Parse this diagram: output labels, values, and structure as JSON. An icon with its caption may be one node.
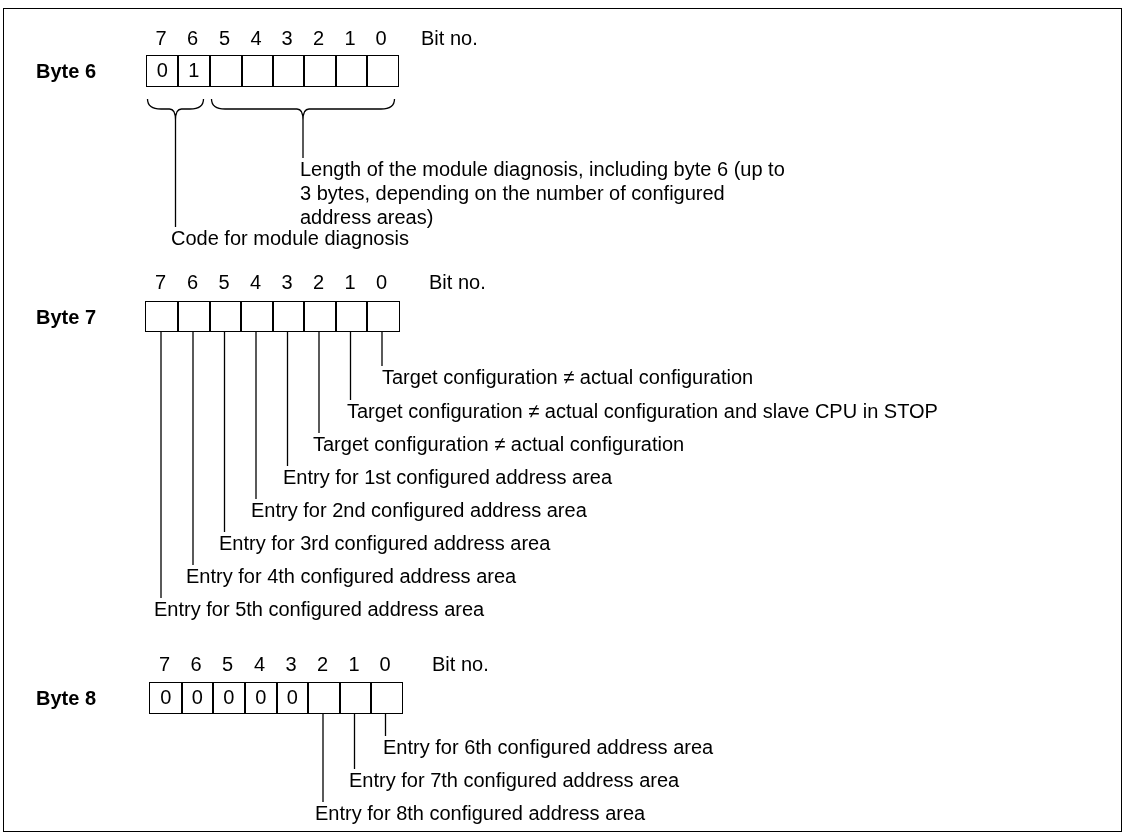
{
  "diagram": {
    "nodes": [
      {
        "text": [
          "0"
        ]
      },
      {
        "text": [
          "1"
        ]
      },
      {
        "text": [],
        "shape": "box"
      },
      {
        "text": [],
        "shape": "box"
      },
      {
        "text": [],
        "shape": "box"
      },
      {
        "text": [],
        "shape": "box"
      },
      {
        "text": [],
        "shape": "box"
      },
      {
        "text": [],
        "shape": "box"
      },
      {
        "text": [],
        "shape": "brace"
      },
      {
        "text": [],
        "shape": "brace"
      },
      {
        "text": [
          "Length of the module diagnosis, including byte 6 (up to 3 bytes, depending on the number of configured address areas)"
        ]
      },
      {
        "text": [
          "Code for module diagnosis"
        ]
      },
      {
        "text": [],
        "shape": "box"
      },
      {
        "text": [],
        "shape": "box"
      },
      {
        "text": [],
        "shape": "box"
      },
      {
        "text": [],
        "shape": "box"
      },
      {
        "text": [],
        "shape": "box"
      },
      {
        "text": [],
        "shape": "box"
      },
      {
        "text": [],
        "shape": "box"
      },
      {
        "text": [],
        "shape": "box"
      },
      {
        "text": [
          "Target configuration ≠ actual configuration"
        ]
      },
      {
        "text": [
          "Target configuration ≠ actual configuration and slave CPU in STOP"
        ]
      },
      {
        "text": [
          "Target configuration ≠ actual configuration"
        ]
      },
      {
        "text": [
          "Entry for 1st configured address area"
        ]
      },
      {
        "text": [
          "Entry for 2nd configured address area"
        ]
      },
      {
        "text": [
          "Entry for 3rd configured address area"
        ]
      },
      {
        "text": [
          "Entry for 4th configured address area"
        ]
      },
      {
        "text": [
          "Entry for 5th configured address area"
        ]
      },
      {
        "text": [
          "0"
        ]
      },
      {
        "text": [
          "0"
        ]
      },
      {
        "text": [
          "0"
        ]
      },
      {
        "text": [
          "0"
        ]
      },
      {
        "text": [
          "0"
        ]
      },
      {
        "text": [],
        "shape": "box"
      },
      {
        "text": [],
        "shape": "box"
      },
      {
        "text": [],
        "shape": "box"
      },
      {
        "text": [
          "Entry for 6th configured address area"
        ]
      },
      {
        "text": [
          "Entry for 7th configured address area"
        ]
      },
      {
        "text": [
          "Entry for 8th configured address area"
        ]
      }
    ],
    "edges": [
      {
        "from": 10,
        "to": 9,
        "arrow": "none"
      },
      {
        "from": 11,
        "to": 8,
        "arrow": "none"
      },
      {
        "from": 20,
        "to": 19,
        "arrow": "none"
      },
      {
        "from": 21,
        "to": 18,
        "arrow": "none"
      },
      {
        "from": 22,
        "to": 17,
        "arrow": "none"
      },
      {
        "from": 23,
        "to": 16,
        "arrow": "none"
      },
      {
        "from": 24,
        "to": 15,
        "arrow": "none"
      },
      {
        "from": 25,
        "to": 14,
        "arrow": "none"
      },
      {
        "from": 26,
        "to": 13,
        "arrow": "none"
      },
      {
        "from": 27,
        "to": 12,
        "arrow": "none"
      },
      {
        "from": 36,
        "to": 35,
        "arrow": "none"
      },
      {
        "from": 37,
        "to": 34,
        "arrow": "none"
      },
      {
        "from": 38,
        "to": 33,
        "arrow": "none"
      }
    ],
    "labels": [
      "7",
      "6",
      "5",
      "4",
      "3",
      "2",
      "1",
      "0",
      "Bit no.",
      "Byte 6",
      "7",
      "6",
      "5",
      "4",
      "3",
      "2",
      "1",
      "0",
      "Bit no.",
      "Byte 7",
      "7",
      "6",
      "5",
      "4",
      "3",
      "2",
      "1",
      "0",
      "Bit no.",
      "Byte 8"
    ]
  }
}
